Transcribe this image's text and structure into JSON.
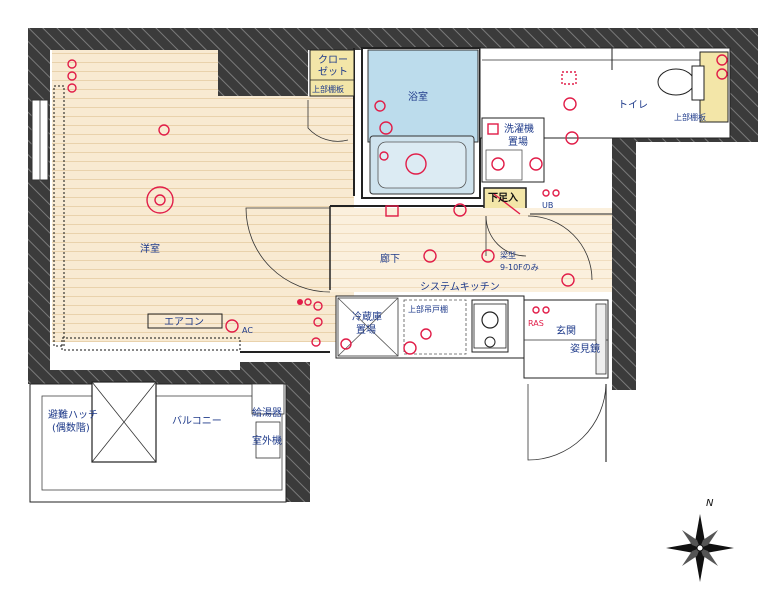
{
  "rooms": {
    "closet": [
      "クロー",
      "ゼット"
    ],
    "upper_shelf_1": "上部棚板",
    "bathroom": "浴室",
    "toilet": "トイレ",
    "upper_shelf_2": "上部棚板",
    "washer_1": "洗濯機",
    "washer_2": "置場",
    "underfloor": "下足入",
    "ub": "UB",
    "western_room": "洋室",
    "hallway": "廊下",
    "beam_1": "梁型",
    "beam_2": "9-10Fのみ",
    "kitchen": "システムキッチン",
    "aircon": "エアコン",
    "ac": "AC",
    "fridge_1": "冷蔵庫",
    "fridge_2": "置場",
    "upper_cabinet": "上部吊戸棚",
    "ras": "RAS",
    "entrance": "玄関",
    "mirror": "姿見鏡",
    "hatch_1": "避難ハッチ",
    "hatch_2": "(偶数階)",
    "balcony": "バルコニー",
    "water_heater": "給湯器",
    "outdoor_unit": "室外機"
  },
  "compass": {
    "north": "N"
  },
  "colors": {
    "wall": "#3a3a3a",
    "floor": "#f7e7cc",
    "floor_line": "#e8cfa6",
    "bath": "#cfe5f0",
    "text": "#1e3a8a",
    "symbol": "#e11d48"
  }
}
